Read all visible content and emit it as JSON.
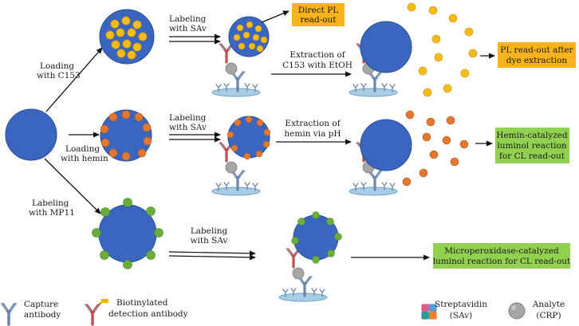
{
  "colors": {
    "particle": "#3a66c0",
    "particle_stroke": "#274e9c",
    "c153_dye": "#f6bc1a",
    "hemin": "#e4782f",
    "mp11": "#6aad3a",
    "orange_box": "#f8b21b",
    "green_box": "#92d050",
    "surface": "#a9cde6",
    "capture_antibody": "#6c85a8",
    "detection_antibody_heavy": "#c0504d",
    "detection_antibody_light": "#8aa0bf",
    "biotin_tag": "#f3b314",
    "analyte": "#a6a6a6"
  },
  "steps": {
    "loading_c153": [
      "Loading",
      "with C153"
    ],
    "loading_hemin": [
      "Loading",
      "with hemin"
    ],
    "labeling_mp11": [
      "Labeling",
      "with MP11"
    ],
    "labeling_sav_top": [
      "Labeling",
      "with SAv"
    ],
    "labeling_sav_mid": [
      "Labeling",
      "with SAv"
    ],
    "labeling_sav_bottom": [
      "Labeling",
      "with SAv"
    ],
    "extraction_c153": [
      "Extraction of",
      "C153 with EtOH"
    ],
    "extraction_hemin": [
      "Extraction of",
      "hemin via pH"
    ]
  },
  "readouts": {
    "direct_pl": [
      "Direct PL",
      "read-out"
    ],
    "pl_after_extraction": [
      "PL read-out after",
      "dye extraction"
    ],
    "hemin_cl": [
      "Hemin-catalyzed",
      "luminol reaction",
      "for CL read-out"
    ],
    "microperoxidase_cl": [
      "Microperoxidase-catalyzed",
      "luminol reaction for CL read-out"
    ]
  },
  "legend": {
    "capture_antibody": [
      "Capture",
      "antibody"
    ],
    "detection_antibody": [
      "Biotinylated",
      "detection antibody"
    ],
    "streptavidin": [
      "Streptavidin",
      "(SAv)"
    ],
    "analyte": [
      "Analyte",
      "(CRP)"
    ]
  }
}
